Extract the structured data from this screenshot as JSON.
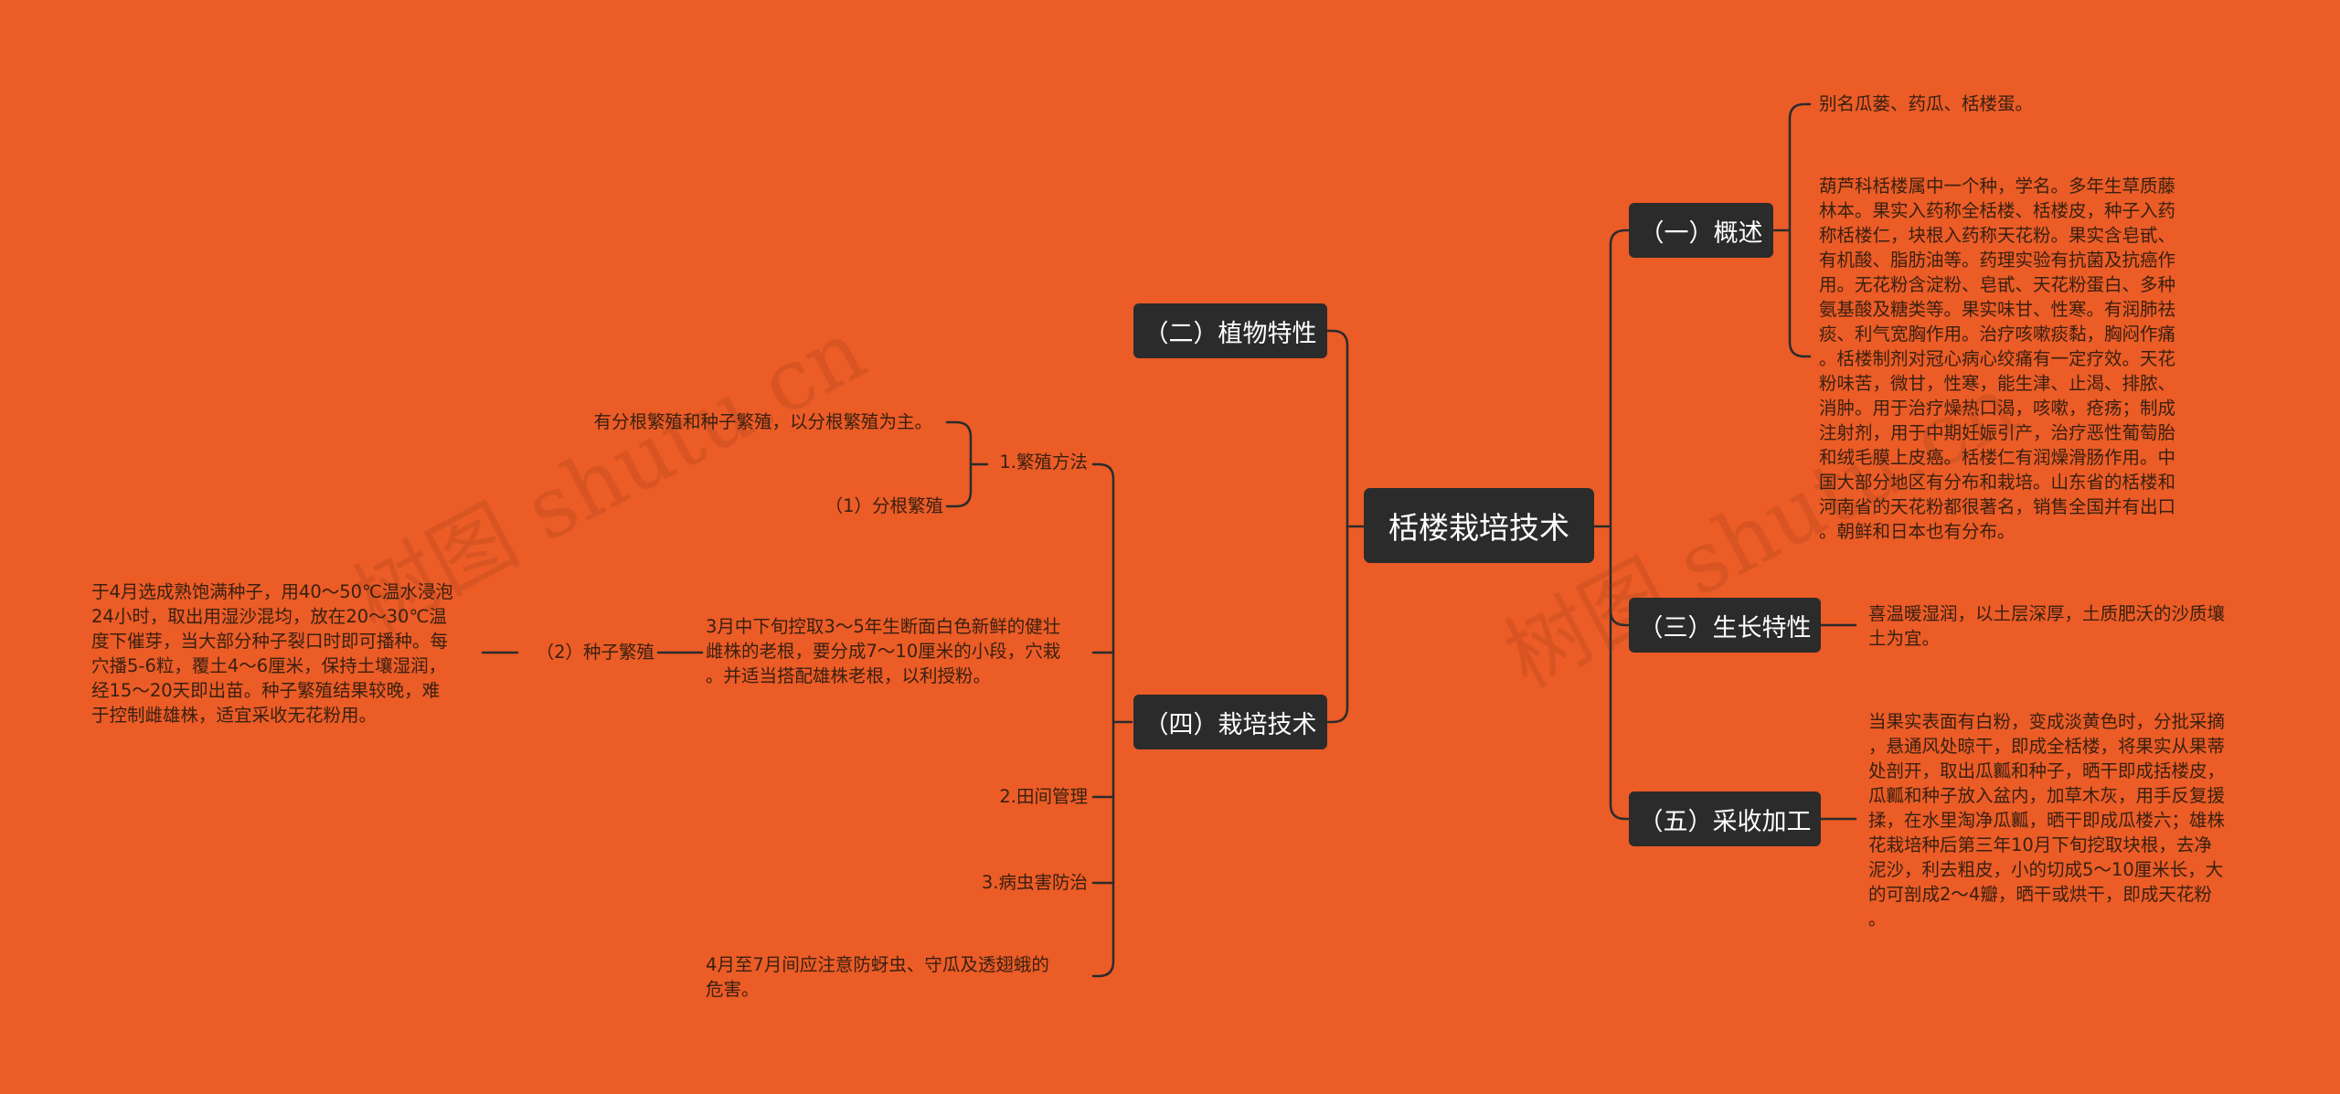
{
  "watermark": "树图 shutu.cn",
  "center": "栝楼栽培技术",
  "nodes": {
    "overview": "（一）概述",
    "plant": "（二）植物特性",
    "growth": "（三）生长特性",
    "cultivation": "（四）栽培技术",
    "harvest": "（五）采收加工"
  },
  "texts": {
    "alias": "别名瓜蒌、药瓜、栝楼蛋。",
    "overview_desc": "葫芦科栝楼属中一个种，学名。多年生草质藤\n林本。果实入药称全栝楼、栝楼皮，种子入药\n称栝楼仁，块根入药称天花粉。果实含皂甙、\n有机酸、脂肪油等。药理实验有抗菌及抗癌作\n用。无花粉含淀粉、皂甙、天花粉蛋白、多种\n氨基酸及糖类等。果实味甘、性寒。有润肺祛\n痰、利气宽胸作用。治疗咳嗽痰黏，胸闷作痛\n。栝楼制剂对冠心病心绞痛有一定疗效。天花\n粉味苦，微甘，性寒，能生津、止渴、排脓、\n消肿。用于治疗燥热口渴，咳嗽，疮疡；制成\n注射剂，用于中期妊娠引产，治疗恶性葡萄胎\n和绒毛膜上皮癌。栝楼仁有润燥滑肠作用。中\n国大部分地区有分布和栽培。山东省的栝楼和\n河南省的天花粉都很著名，销售全国并有出口\n。朝鲜和日本也有分布。",
    "growth_desc": "喜温暖湿润，以土层深厚，土质肥沃的沙质壤\n土为宜。",
    "harvest_desc": "当果实表面有白粉，变成淡黄色时，分批采摘\n，悬通风处晾干，即成全栝楼，将果实从果蒂\n处剖开，取出瓜瓤和种子，晒干即成括楼皮，\n瓜瓤和种子放入盆内，加草木灰，用手反复援\n揉，在水里淘净瓜瓤，晒干即成瓜楼六；雄株\n花栽培种后第三年10月下旬挖取块根，去净\n泥沙，利去粗皮，小的切成5～10厘米长，大\n的可剖成2～4瓣，晒干或烘干，即成天花粉\n。",
    "method": "1.繁殖方法",
    "method_desc": "有分根繁殖和种子繁殖，以分根繁殖为主。",
    "root": "（1）分根繁殖",
    "root_desc": "3月中下旬控取3～5年生断面白色新鲜的健壮\n雌株的老根，要分成7～10厘米的小段，穴栽\n。并适当搭配雄株老根，以利授粉。",
    "seed": "（2）种子繁殖",
    "seed_desc": "于4月选成熟饱满种子，用40～50℃温水浸泡\n24小时，取出用湿沙混均，放在20～30℃温\n度下催芽，当大部分种子裂口时即可播种。每\n穴播5-6粒，覆土4～6厘米，保持土壤湿润，\n经15～20天即出苗。种子繁殖结果较晚，难\n于控制雌雄株，适宜采收无花粉用。",
    "field": "2.田间管理",
    "pest": "3.病虫害防治",
    "pest_desc": "4月至7月间应注意防蚜虫、守瓜及透翅蛾的\n危害。"
  },
  "colors": {
    "background": "#eb5c27",
    "node": "#2b2b2b",
    "line": "#2b2b2b",
    "text": "#3a2010"
  }
}
